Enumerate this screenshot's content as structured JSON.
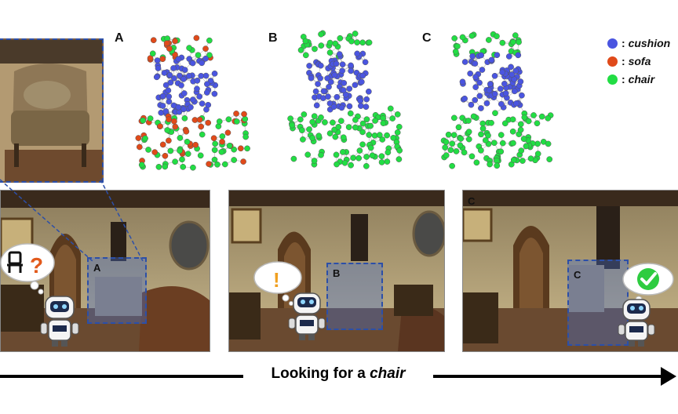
{
  "panels": [
    {
      "letter": "A"
    },
    {
      "letter": "B"
    },
    {
      "letter": "C"
    }
  ],
  "legend": [
    {
      "label": "cushion",
      "color": "#4a55e0"
    },
    {
      "label": "sofa",
      "color": "#e04a1a"
    },
    {
      "label": "chair",
      "color": "#22dd44"
    }
  ],
  "legend_prefix": ": ",
  "scenes": [
    {
      "box_label": "A",
      "thought": "chair-question"
    },
    {
      "box_label": "B",
      "thought": "exclamation"
    },
    {
      "box_label": "C",
      "thought": "checkmark",
      "corner_label": "C"
    }
  ],
  "thought_symbols": {
    "question": "?",
    "exclamation": "!"
  },
  "caption": {
    "prefix": "Looking for a ",
    "emphasis": "chair"
  }
}
